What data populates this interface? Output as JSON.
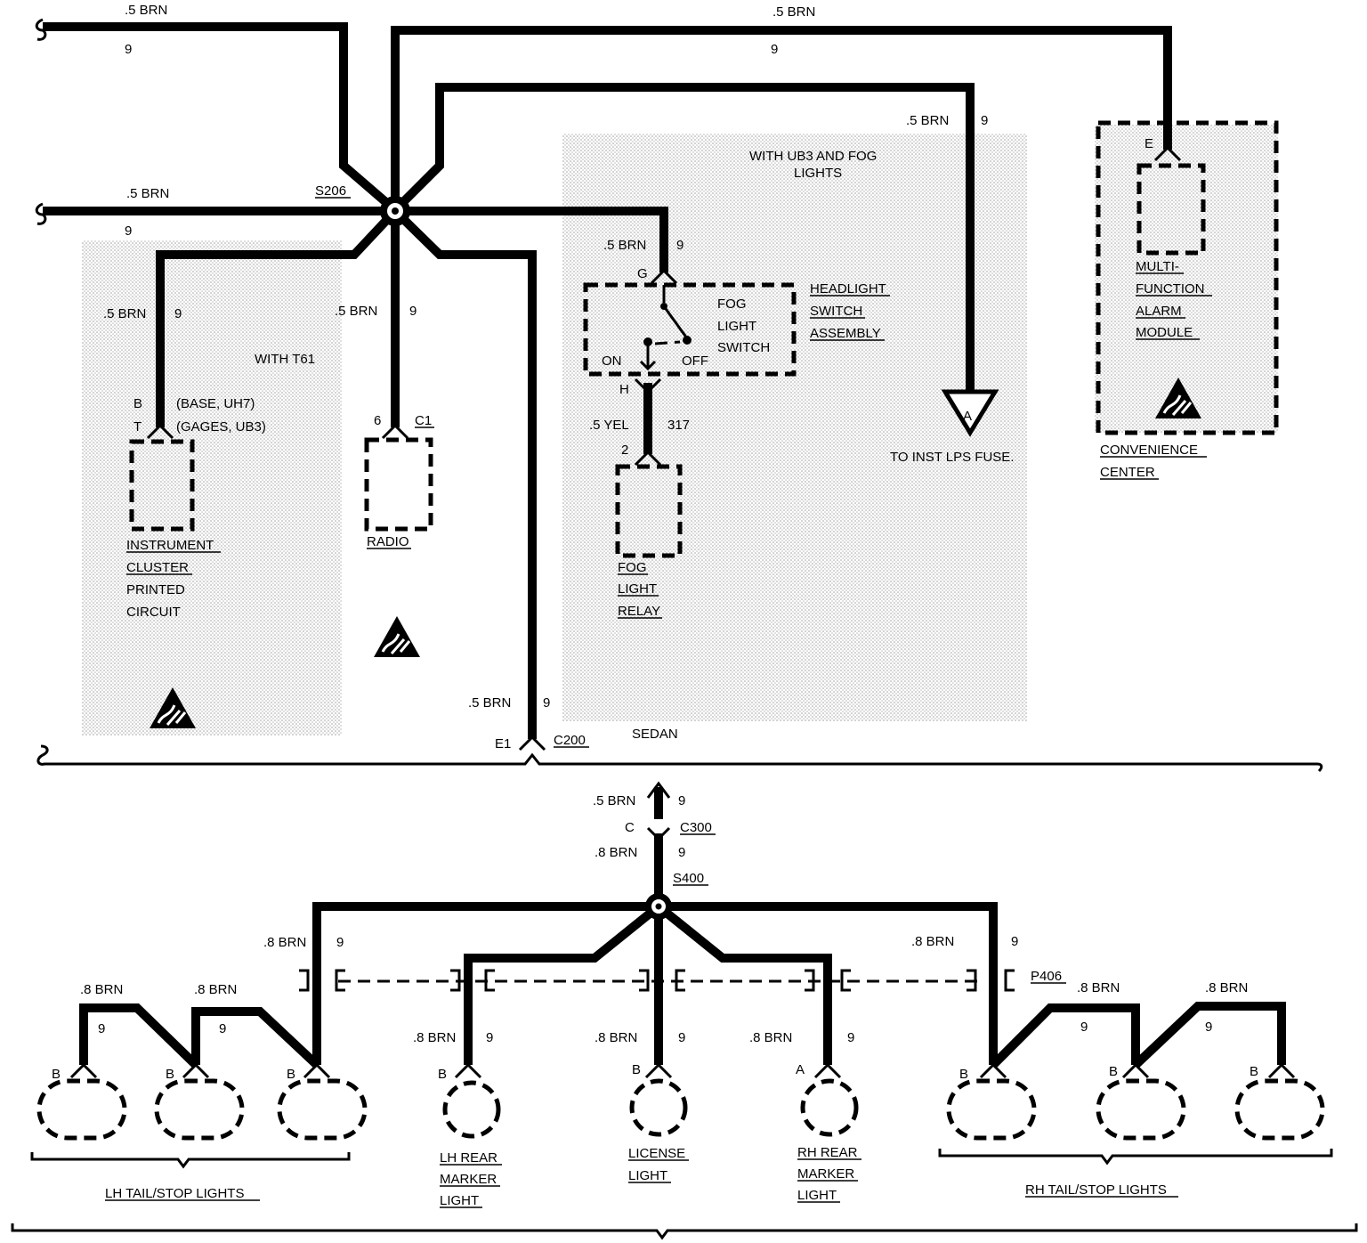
{
  "wire": {
    "color": ".5 BRN",
    "color_8": ".8 BRN",
    "circuit": "9",
    "yel_color": ".5 YEL",
    "yel_circuit": "317"
  },
  "splices": {
    "s206": "S206",
    "s400": "S400"
  },
  "components": {
    "headlight_switch": [
      "HEADLIGHT",
      "SWITCH",
      "ASSEMBLY"
    ],
    "fog_switch": [
      "FOG",
      "LIGHT",
      "SWITCH"
    ],
    "fog_on": "ON",
    "fog_off": "OFF",
    "fog_relay": [
      "FOG",
      "LIGHT",
      "RELAY"
    ],
    "instrument_cluster": [
      "INSTRUMENT",
      "CLUSTER",
      "PRINTED",
      "CIRCUIT"
    ],
    "radio": "RADIO",
    "mfam": [
      "MULTI-",
      "FUNCTION",
      "ALARM",
      "MODULE"
    ],
    "convenience_center": [
      "CONVENIENCE",
      "CENTER"
    ],
    "to_fuse": "TO INST LPS FUSE.",
    "fuse_ref": "A"
  },
  "notes": {
    "with_ub3": [
      "WITH UB3 AND FOG",
      "LIGHTS"
    ],
    "with_t61": "WITH T61",
    "base": "(BASE, UH7)",
    "gages": "(GAGES, UB3)",
    "sedan": "SEDAN"
  },
  "pins": {
    "cluster_b": "B",
    "cluster_t": "T",
    "radio_6": "6",
    "radio_c1": "C1",
    "fog_g": "G",
    "fog_h": "H",
    "relay_2": "2",
    "mfam_e": "E",
    "c200_e1": "E1",
    "c200": "C200",
    "c300_c": "C",
    "c300": "C300",
    "p406": "P406",
    "lamp_b": "B",
    "lamp_a": "A"
  },
  "lamps": {
    "lh_tail": "LH TAIL/STOP LIGHTS",
    "rh_tail": "RH TAIL/STOP LIGHTS",
    "lh_rear_marker": [
      "LH REAR",
      "MARKER",
      "LIGHT"
    ],
    "license": [
      "LICENSE",
      "LIGHT"
    ],
    "rh_rear_marker": [
      "RH REAR",
      "MARKER",
      "LIGHT"
    ]
  }
}
